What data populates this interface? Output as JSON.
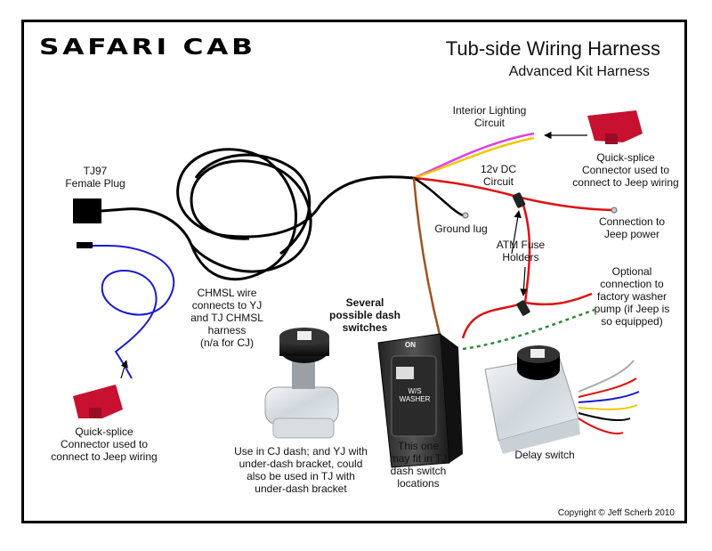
{
  "brand": "SAFARI CAB",
  "title": "Tub-side Wiring Harness",
  "subtitle": "Advanced Kit Harness",
  "labels": {
    "tj97": "TJ97\nFemale Plug",
    "interior": "Interior Lighting\nCircuit",
    "quick_splice_right": "Quick-splice\nConnector used to\nconnect to Jeep wiring",
    "dc12": "12v DC\nCircuit",
    "ground": "Ground lug",
    "jeep_power": "Connection to\nJeep power",
    "atm": "ATM Fuse\nHolders",
    "optional": "Optional\nconnection to\nfactory washer\npump (if Jeep is\nso equipped)",
    "chmsl": "CHMSL wire\nconnects to YJ\nand TJ CHMSL\nharness\n(n/a for CJ)",
    "dash_switches": "Several\npossible dash\nswitches",
    "quick_splice_left": "Quick-splice\nConnector used to\nconnect to Jeep wiring",
    "cj_dash": "Use in CJ dash;  and  YJ with\nunder-dash bracket, could\nalso be used in TJ with\nunder-dash bracket",
    "tj_dash": "This one\nmay fit in TJ\ndash switch\nlocations",
    "delay": "Delay switch",
    "rocker_on": "ON",
    "rocker_ws": "W/S\nWASHER"
  },
  "copyright": "Copyright © Jeff Scherb 2010",
  "colors": {
    "black_wire": "#000000",
    "magenta_wire": "#e040e0",
    "yellow_wire": "#f0c800",
    "red_wire": "#e01010",
    "brown_wire": "#a0521e",
    "blue_wire": "#1a1ad0",
    "green_wire": "#2e8b3a",
    "connector_red": "#c81030"
  },
  "icons": {
    "quick_splice": "quick-splice-connector-icon",
    "fuse_holder": "atm-fuse-holder-icon",
    "rotary_switch": "rotary-knob-switch-icon",
    "rocker_switch": "rocker-switch-icon",
    "delay_switch": "delay-switch-icon",
    "plug": "tj97-plug-icon"
  }
}
